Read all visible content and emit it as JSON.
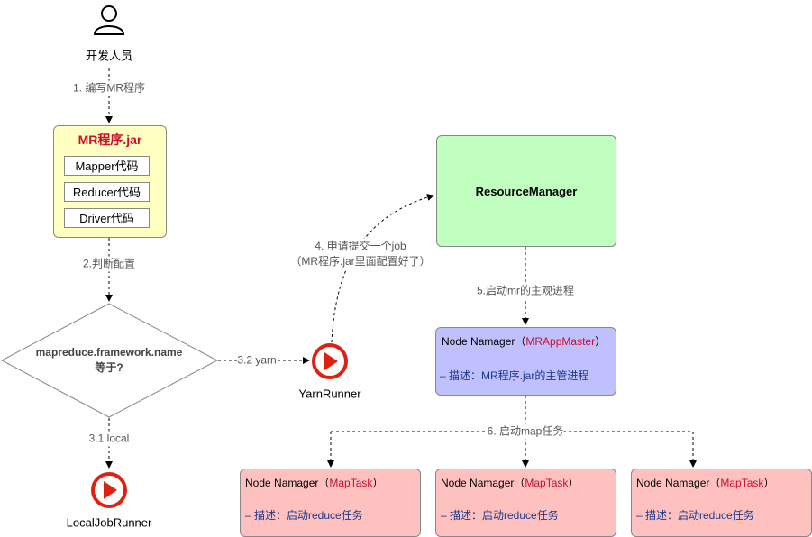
{
  "developer": {
    "label": "开发人员",
    "icon": "user-icon"
  },
  "step1": "1. 编写MR程序",
  "jar": {
    "title": "MR程序.jar",
    "items": [
      "Mapper代码",
      "Reducer代码",
      "Driver代码"
    ]
  },
  "step2": "2.判断配置",
  "decision": {
    "line1": "mapreduce.framework.name",
    "line2": "等于?"
  },
  "step31": "3.1 local",
  "step32": "3.2 yarn",
  "local_runner": "LocalJobRunner",
  "yarn_runner": "YarnRunner",
  "step4": {
    "line1": "4. 申请提交一个job",
    "line2": "（MR程序.jar里面配置好了）"
  },
  "resource_manager": "ResourceManager",
  "step5": "5.启动mr的主观进程",
  "app_master": {
    "prefix": "Node Namager（",
    "role": "MRAppMaster",
    "suffix": "）",
    "desc": "– 描述：MR程序.jar的主管进程"
  },
  "step6": "6. 启动map任务",
  "map_tasks": [
    {
      "prefix": "Node Namager（",
      "role": "MapTask",
      "suffix": "）",
      "desc": "– 描述：启动reduce任务"
    },
    {
      "prefix": "Node Namager（",
      "role": "MapTask",
      "suffix": "）",
      "desc": "– 描述：启动reduce任务"
    },
    {
      "prefix": "Node Namager（",
      "role": "MapTask",
      "suffix": "）",
      "desc": "– 描述：启动reduce任务"
    }
  ],
  "colors": {
    "jar": "#ffffc0",
    "rm": "#c0ffc0",
    "am": "#c0c0ff",
    "task": "#ffc0c0",
    "runner": "#dd2211"
  }
}
